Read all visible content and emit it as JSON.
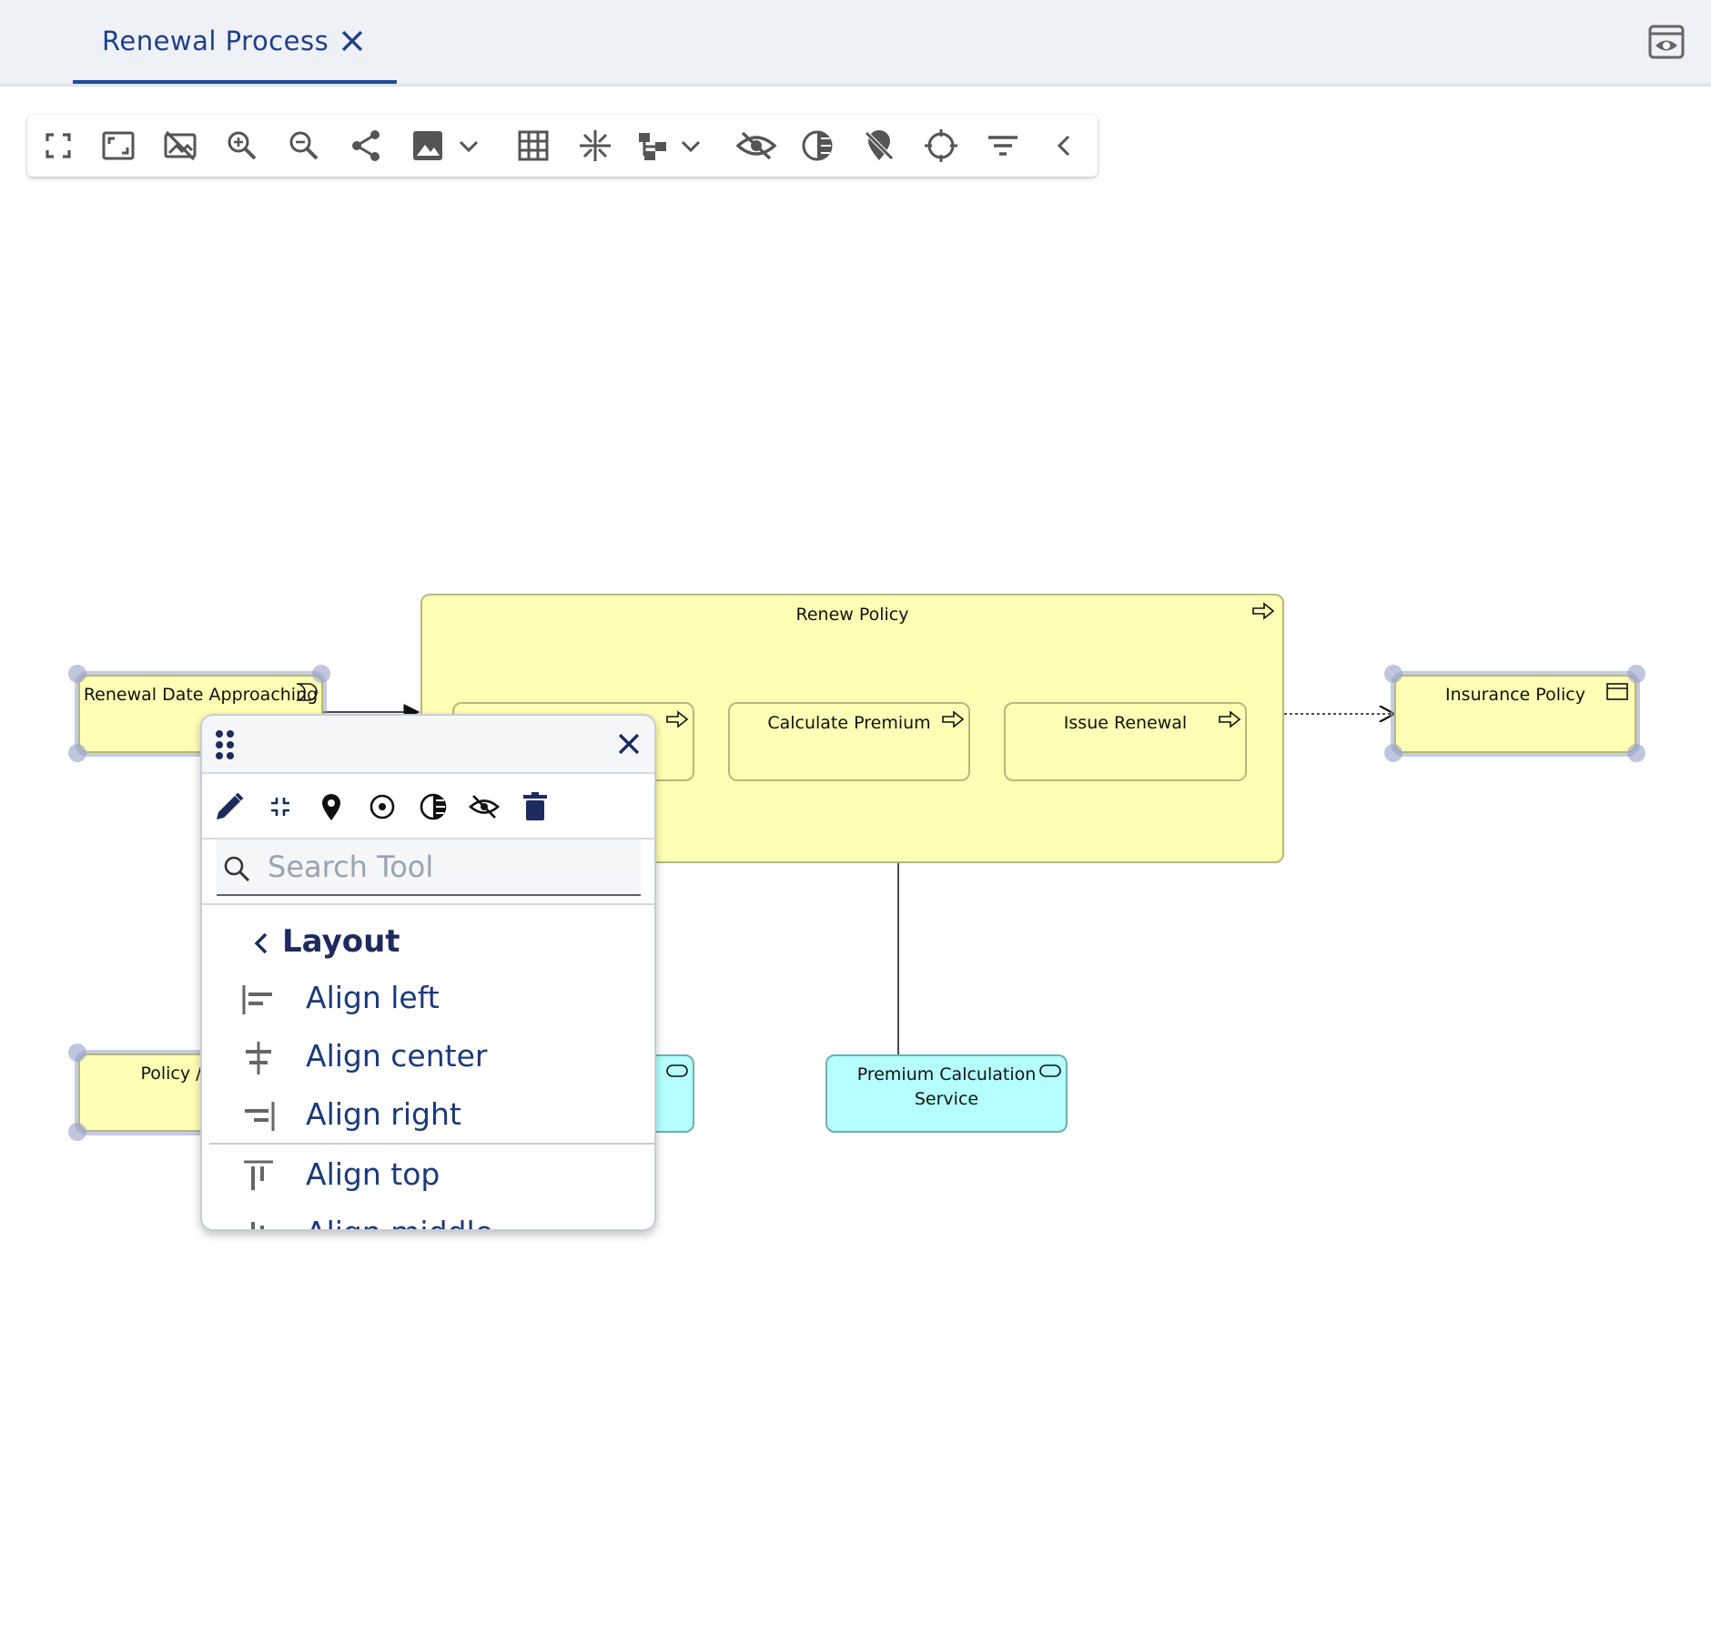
{
  "tab": {
    "title": "Renewal Process"
  },
  "toolbar": {
    "items": [
      "fullscreen-icon",
      "fit-screen-icon",
      "hide-image-icon",
      "zoom-in-icon",
      "zoom-out-icon",
      "share-icon",
      "image-export-icon",
      "grid-icon",
      "align-snap-icon",
      "hierarchy-layout-icon",
      "hide-icon",
      "contrast-icon",
      "unpin-icon",
      "crosshair-icon",
      "filter-icon",
      "collapse-icon"
    ]
  },
  "diagram": {
    "container": {
      "label": "Renew Policy"
    },
    "nodes": {
      "renewal_date": "Renewal Date Approaching",
      "calculate_premium": "Calculate Premium",
      "issue_renewal": "Issue Renewal",
      "insurance_policy": "Insurance Policy",
      "policy_partial": "Policy /",
      "premium_service": "Premium Calculation Service"
    },
    "colors": {
      "business_yellow": "#ffffb5",
      "app_cyan": "#b5ffff",
      "selection": "#96a0c8"
    }
  },
  "context_menu": {
    "search_placeholder": "Search Tool",
    "section_title": "Layout",
    "items": [
      {
        "label": "Align left",
        "icon": "align-left-icon"
      },
      {
        "label": "Align center",
        "icon": "align-center-icon"
      },
      {
        "label": "Align right",
        "icon": "align-right-icon"
      },
      {
        "label": "Align top",
        "icon": "align-top-icon"
      },
      {
        "label": "Align middle",
        "icon": "align-middle-icon"
      }
    ],
    "tools": [
      "edit-icon",
      "collapse-icon",
      "pin-icon",
      "focus-icon",
      "contrast-icon",
      "hide-icon",
      "delete-icon"
    ]
  }
}
